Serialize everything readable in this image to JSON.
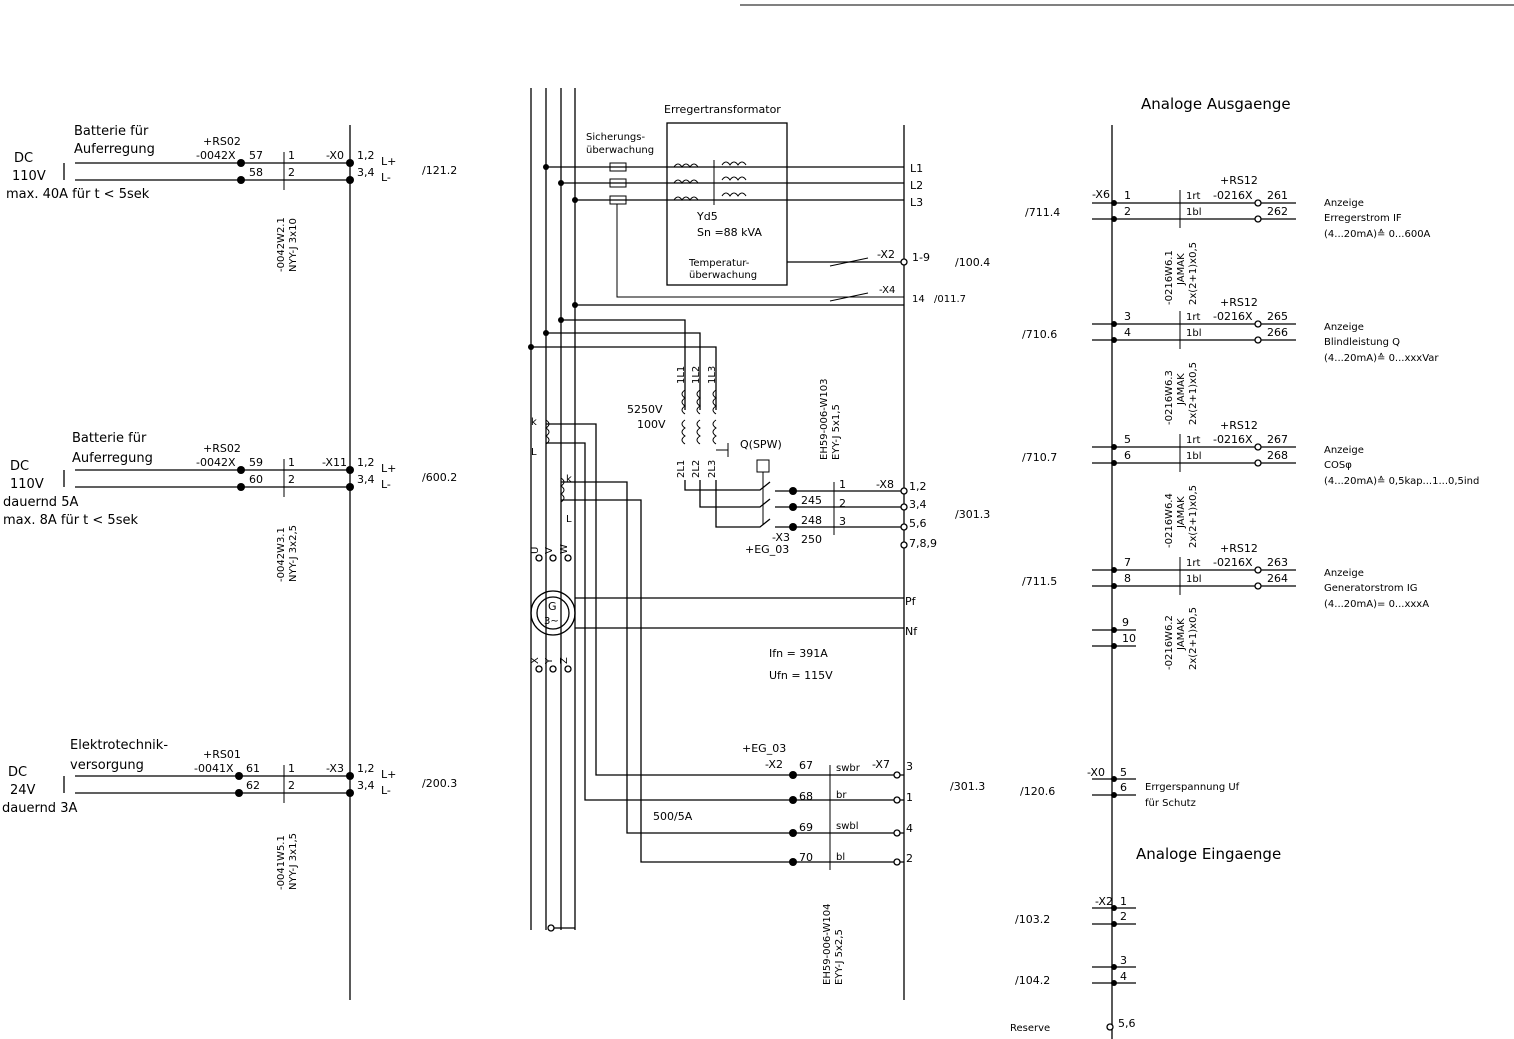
{
  "supplies": [
    {
      "dc": "DC",
      "voltage": "110V",
      "desc1": "Batterie für",
      "desc2": "Auferregung",
      "limit1": "max. 40A für t < 5sek",
      "limit2": "",
      "rs": "+RS02",
      "x1": "-0042X",
      "t1": "57",
      "t2": "58",
      "cable1": "-0042W2.1",
      "cable2": "NYY-J 3x10",
      "xr": "-X0",
      "r1": "1,2",
      "r2": "3,4",
      "ref": "/121.2"
    },
    {
      "dc": "DC",
      "voltage": "110V",
      "desc1": "Batterie für",
      "desc2": "Auferregung",
      "limit1": "dauernd 5A",
      "limit2": "max. 8A für t < 5sek",
      "rs": "+RS02",
      "x1": "-0042X",
      "t1": "59",
      "t2": "60",
      "cable1": "-0042W3.1",
      "cable2": "NYY-J 3x2,5",
      "xr": "-X11",
      "r1": "1,2",
      "r2": "3,4",
      "ref": "/600.2"
    },
    {
      "dc": "DC",
      "voltage": "24V",
      "desc1": "Elektrotechnik-",
      "desc2": "versorgung",
      "limit1": "dauernd 3A",
      "limit2": "",
      "rs": "+RS01",
      "x1": "-0041X",
      "t1": "61",
      "t2": "62",
      "cable1": "-0041W5.1",
      "cable2": "NYY-J 3x1,5",
      "xr": "-X3",
      "r1": "1,2",
      "r2": "3,4",
      "ref": "/200.3"
    }
  ],
  "supply_common": {
    "lplus": "L+",
    "lminus": "L-",
    "pin1": "1",
    "pin2": "2"
  },
  "center": {
    "transformer_title": "Erregertransformator",
    "fuse_mon1": "Sicherungs-",
    "fuse_mon2": "überwachung",
    "yd": "Yd5",
    "sn": "Sn =88 kVA",
    "tmon1": "Temperatur-",
    "tmon2": "überwachung",
    "L1": "L1",
    "L2": "L2",
    "L3": "L3",
    "x2": "-X2",
    "x2pins": "1-9",
    "x2ref": "/100.4",
    "x4": "-X4",
    "x4pin": "14",
    "x4ref": "/011.7",
    "vt_top": [
      "1L1",
      "1L2",
      "1L3"
    ],
    "vt_bot": [
      "2L1",
      "2L2",
      "2L3"
    ],
    "vt_v1": "5250V",
    "vt_v2": "100V",
    "qspw": "Q(SPW)",
    "cable_top1": "EH59-006-W103",
    "cable_top2": "EYY-J 5x1,5",
    "x8": "-X8",
    "x8pins": [
      "1,2",
      "3,4",
      "5,6",
      "7,8,9"
    ],
    "x8ref": "/301.3",
    "x3t": [
      "245",
      "248",
      "250"
    ],
    "x3pins": [
      "1",
      "2",
      "3"
    ],
    "x3lbl": "-X3",
    "eg": "+EG_03",
    "ct_k": "k",
    "ct_l": "L",
    "gen": "G",
    "gen_sub": "3~",
    "uvw": [
      "U",
      "V",
      "W"
    ],
    "xyz": [
      "X",
      "Y",
      "Z"
    ],
    "pf": "Pf",
    "nf": "Nf",
    "ifn": "Ifn = 391A",
    "ufn": "Ufn = 115V",
    "eg2": "+EG_03",
    "x2b": "-X2",
    "x7": "-X7",
    "ct_terms": [
      "67",
      "68",
      "69",
      "70"
    ],
    "ct_wires": [
      "swbr",
      "br",
      "swbl",
      "bl"
    ],
    "ct_pins": [
      "3",
      "1",
      "4",
      "2"
    ],
    "ct_ratio": "500/5A",
    "ct_ref": "/301.3",
    "cable_bot1": "EH59-006-W104",
    "cable_bot2": "EYY-J 5x2,5"
  },
  "right": {
    "title_out": "Analoge Ausgaenge",
    "title_in": "Analoge Eingaenge",
    "outputs": [
      {
        "ref": "/711.4",
        "xlbl": "-X6",
        "p1": "1",
        "p2": "2",
        "w1": "1rt",
        "w2": "1bl",
        "rs": "+RS12",
        "rx": "-0216X",
        "t1": "261",
        "t2": "262",
        "cab1": "-0216W6.1",
        "cab2": "JAMAK",
        "cab3": "2x(2+1)x0,5",
        "d1": "Anzeige",
        "d2": "Erregerstrom IF",
        "d3": "(4...20mA)≙ 0...600A"
      },
      {
        "ref": "/710.6",
        "xlbl": "",
        "p1": "3",
        "p2": "4",
        "w1": "1rt",
        "w2": "1bl",
        "rs": "+RS12",
        "rx": "-0216X",
        "t1": "265",
        "t2": "266",
        "cab1": "-0216W6.3",
        "cab2": "JAMAK",
        "cab3": "2x(2+1)x0,5",
        "d1": "Anzeige",
        "d2": "Blindleistung Q",
        "d3": "(4...20mA)≙ 0...xxxVar"
      },
      {
        "ref": "/710.7",
        "xlbl": "",
        "p1": "5",
        "p2": "6",
        "w1": "1rt",
        "w2": "1bl",
        "rs": "+RS12",
        "rx": "-0216X",
        "t1": "267",
        "t2": "268",
        "cab1": "-0216W6.4",
        "cab2": "JAMAK",
        "cab3": "2x(2+1)x0,5",
        "d1": "Anzeige",
        "d2": "COSφ",
        "d3": "(4...20mA)≙ 0,5kap...1...0,5ind"
      },
      {
        "ref": "/711.5",
        "xlbl": "",
        "p1": "7",
        "p2": "8",
        "w1": "1rt",
        "w2": "1bl",
        "rs": "+RS12",
        "rx": "-0216X",
        "t1": "263",
        "t2": "264",
        "cab1": "-0216W6.2",
        "cab2": "JAMAK",
        "cab3": "2x(2+1)x0,5",
        "d1": "Anzeige",
        "d2": "Generatorstrom IG",
        "d3": "(4...20mA)= 0...xxxA"
      }
    ],
    "extra_pins": [
      "9",
      "10"
    ],
    "x0": "-X0",
    "x0p1": "5",
    "x0p2": "6",
    "x0ref": "/120.6",
    "x0d1": "Errgerspannung Uf",
    "x0d2": "für Schutz",
    "inputs": [
      {
        "ref": "/103.2",
        "xlbl": "-X2",
        "p1": "1",
        "p2": "2"
      },
      {
        "ref": "/104.2",
        "xlbl": "",
        "p1": "3",
        "p2": "4"
      }
    ],
    "reserve": "Reserve",
    "reserve_pins": "5,6"
  }
}
